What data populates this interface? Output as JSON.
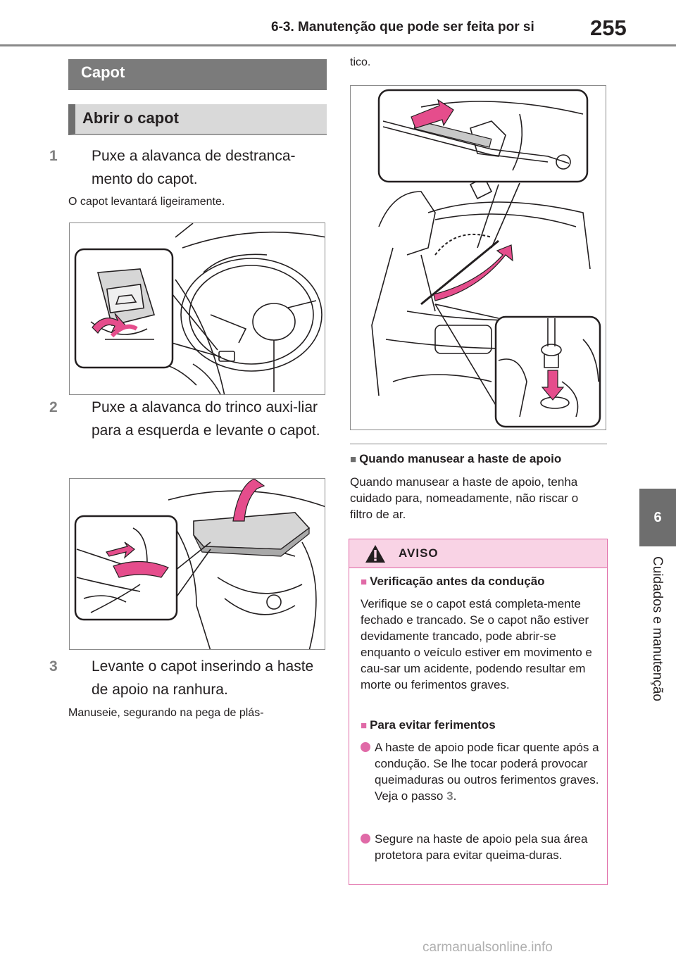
{
  "header": {
    "title": "6-3. Manutenção que pode ser feita por si",
    "page_number": "255"
  },
  "side_tab": {
    "chapter": "6",
    "label": "Cuidados e manutenção"
  },
  "section": {
    "title": "Capot",
    "subtitle": "Abrir o capot"
  },
  "steps": [
    {
      "num": "1",
      "text": "Puxe a alavanca de destranca-mento do capot.",
      "note": "O capot levantará ligeiramente."
    },
    {
      "num": "2",
      "text": "Puxe a alavanca do trinco auxi-liar para a esquerda e levante o capot.",
      "note": ""
    },
    {
      "num": "3",
      "text": "Levante o capot inserindo a haste de apoio na ranhura.",
      "note": "Manuseie, segurando na pega de plás-"
    }
  ],
  "right_column": {
    "continued_text": "tico.",
    "heading": "Quando manusear a haste de apoio",
    "paragraph": "Quando manusear a haste de apoio, tenha cuidado para, nomeadamente, não riscar o filtro de ar."
  },
  "warning": {
    "title": "AVISO",
    "sub1": "Verificação antes da condução",
    "para1": "Verifique se o capot está completa-mente fechado e trancado. Se o capot não estiver devidamente trancado, pode abrir-se enquanto o veículo estiver em movimento e cau-sar um acidente, podendo resultar em morte ou ferimentos graves.",
    "sub2": "Para evitar ferimentos",
    "bullet1": "A haste de apoio pode ficar quente após a condução. Se lhe tocar poderá provocar queimaduras ou outros ferimentos graves. Veja o passo",
    "bullet1_step": "3",
    "bullet2": "Segure na haste de apoio pela sua área protetora para evitar queima-duras."
  },
  "watermark": "carmanualsonline.info",
  "colors": {
    "banner": "#7b7b7b",
    "subsection": "#d9d9d9",
    "warning_border": "#e06aa7",
    "warning_head": "#f9d3e5",
    "arrow": "#e54d8c"
  }
}
